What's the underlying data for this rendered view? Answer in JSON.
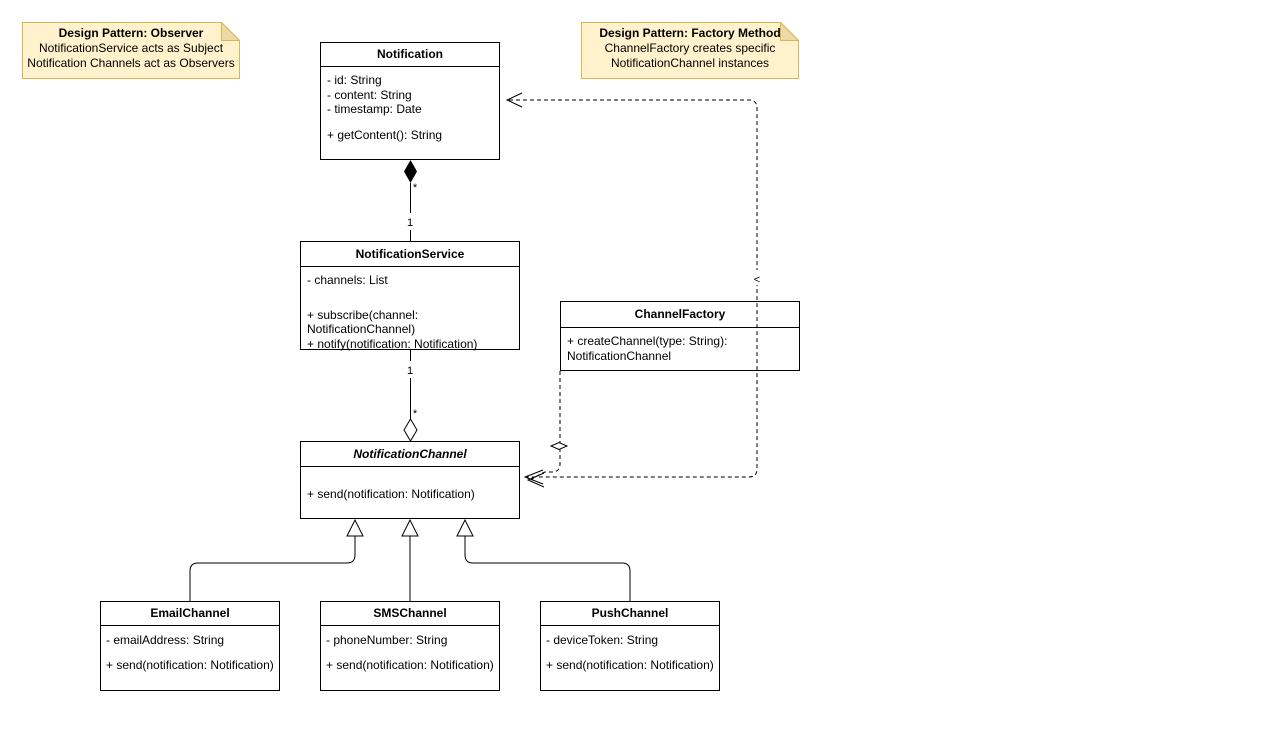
{
  "notes": {
    "observer": {
      "title": "Design Pattern: Observer",
      "line1": "NotificationService acts as Subject",
      "line2": "Notification Channels act as Observers"
    },
    "factory": {
      "title": "Design Pattern: Factory Method",
      "line1": "ChannelFactory creates specific",
      "line2": "NotificationChannel instances"
    }
  },
  "classes": {
    "notification": {
      "name": "Notification",
      "attrs": [
        "- id: String",
        "- content: String",
        "- timestamp: Date"
      ],
      "methods": [
        "+ getContent(): String"
      ]
    },
    "service": {
      "name": "NotificationService",
      "attrs": [
        "- channels: List"
      ],
      "methods": [
        "+ subscribe(channel: NotificationChannel)",
        "+ notify(notification: Notification)"
      ]
    },
    "factory": {
      "name": "ChannelFactory",
      "methods": [
        "+ createChannel(type: String): NotificationChannel"
      ]
    },
    "channel": {
      "name": "NotificationChannel",
      "methods": [
        "+ send(notification: Notification)"
      ]
    },
    "email": {
      "name": "EmailChannel",
      "attrs": [
        "- emailAddress: String"
      ],
      "methods": [
        "+ send(notification: Notification)"
      ]
    },
    "sms": {
      "name": "SMSChannel",
      "attrs": [
        "- phoneNumber: String"
      ],
      "methods": [
        "+ send(notification: Notification)"
      ]
    },
    "push": {
      "name": "PushChannel",
      "attrs": [
        "- deviceToken: String"
      ],
      "methods": [
        "+ send(notification: Notification)"
      ]
    }
  },
  "edge_labels": {
    "composition_notification_end": "*",
    "composition_service_end": "1",
    "aggregation_service_end": "1",
    "aggregation_channel_end": "*",
    "dependency_chevron": "<"
  },
  "colors": {
    "note_fill": "#FFF2CC",
    "note_border": "#D6B656",
    "note_fold": "#EDD9A3",
    "box_fill": "#FFFFFF",
    "box_border": "#000000",
    "edge_color": "#000000"
  }
}
